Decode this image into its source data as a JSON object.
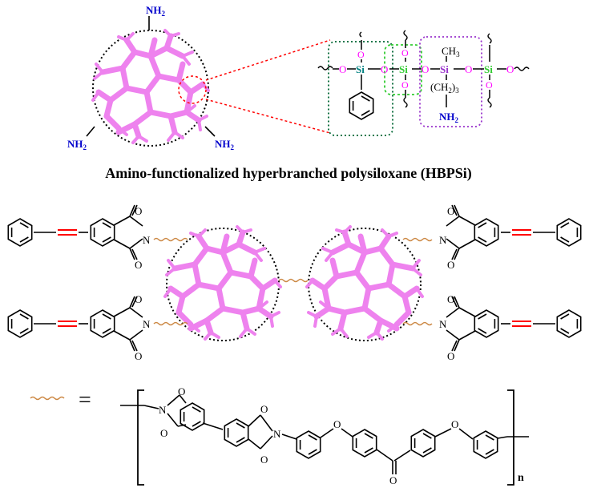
{
  "caption": "Amino-functionalized hyperbranched polysiloxane (HBPSi)",
  "labels": {
    "amine": "NH",
    "amine_sub": "2",
    "silicon": "Si",
    "oxygen": "O",
    "nitrogen": "N",
    "methyl": "CH",
    "methyl_sub": "3",
    "chain_open": "(CH",
    "chain_sub1": "2",
    "chain_close": ")",
    "chain_sub2": "3",
    "equals": "=",
    "repeat": "n"
  },
  "colors": {
    "branch": "#ee82ee",
    "amine": "#0000cc",
    "oxygen": "#ff00ff",
    "silicon": "#008080",
    "green_si": "#33cc33",
    "box_dark_green": "#006633",
    "box_light_green": "#33cc33",
    "box_purple": "#9933cc",
    "zoom_line": "#ff0000",
    "alkyne": "#ff0000",
    "linker": "#cc8844",
    "ink": "#000000"
  }
}
